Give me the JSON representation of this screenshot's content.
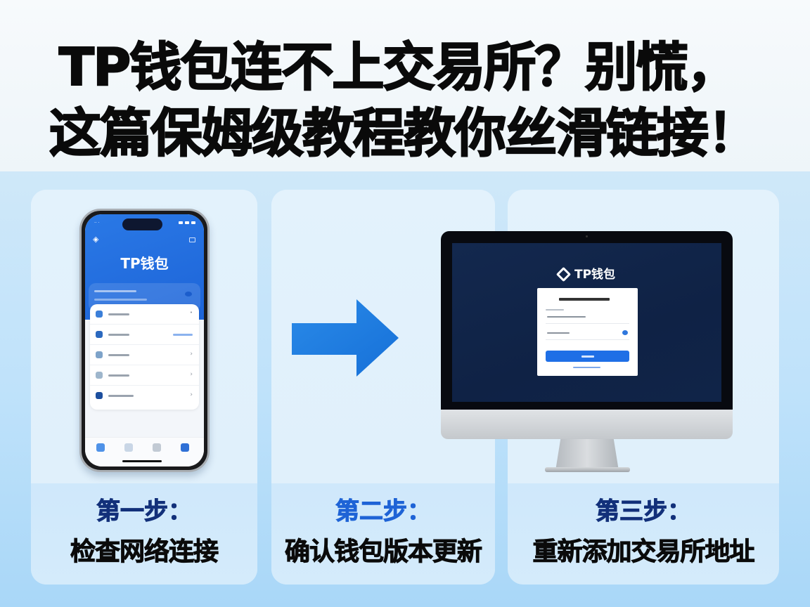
{
  "header": {
    "title_line1": "TP钱包连不上交易所？别慌，",
    "title_line2": "这篇保姆级教程教你丝滑链接！"
  },
  "colors": {
    "accent_blue": "#1e7fe0",
    "step1_color": "#12307a",
    "step2_color": "#1e63d6",
    "step3_color": "#12307a",
    "text_dark": "#0b0b0b"
  },
  "steps": [
    {
      "label": "第一步：",
      "description": "检查网络连接",
      "illustration": "phone-wallet-app"
    },
    {
      "label": "第二步：",
      "description": "确认钱包版本更新",
      "illustration": "right-arrow"
    },
    {
      "label": "第三步：",
      "description": "重新添加交易所地址",
      "illustration": "desktop-monitor-login"
    }
  ],
  "phone_app": {
    "title": "TP钱包",
    "logo_icon": "tp-logo-icon",
    "menu_item_count": 5,
    "tab_count": 4
  },
  "monitor_app": {
    "logo_text": "TP钱包",
    "logo_icon": "tp-diamond-logo-icon",
    "login_button_color": "#1f6fe6"
  },
  "icons": {
    "arrow": "arrow-right-icon",
    "chevron": "›"
  }
}
